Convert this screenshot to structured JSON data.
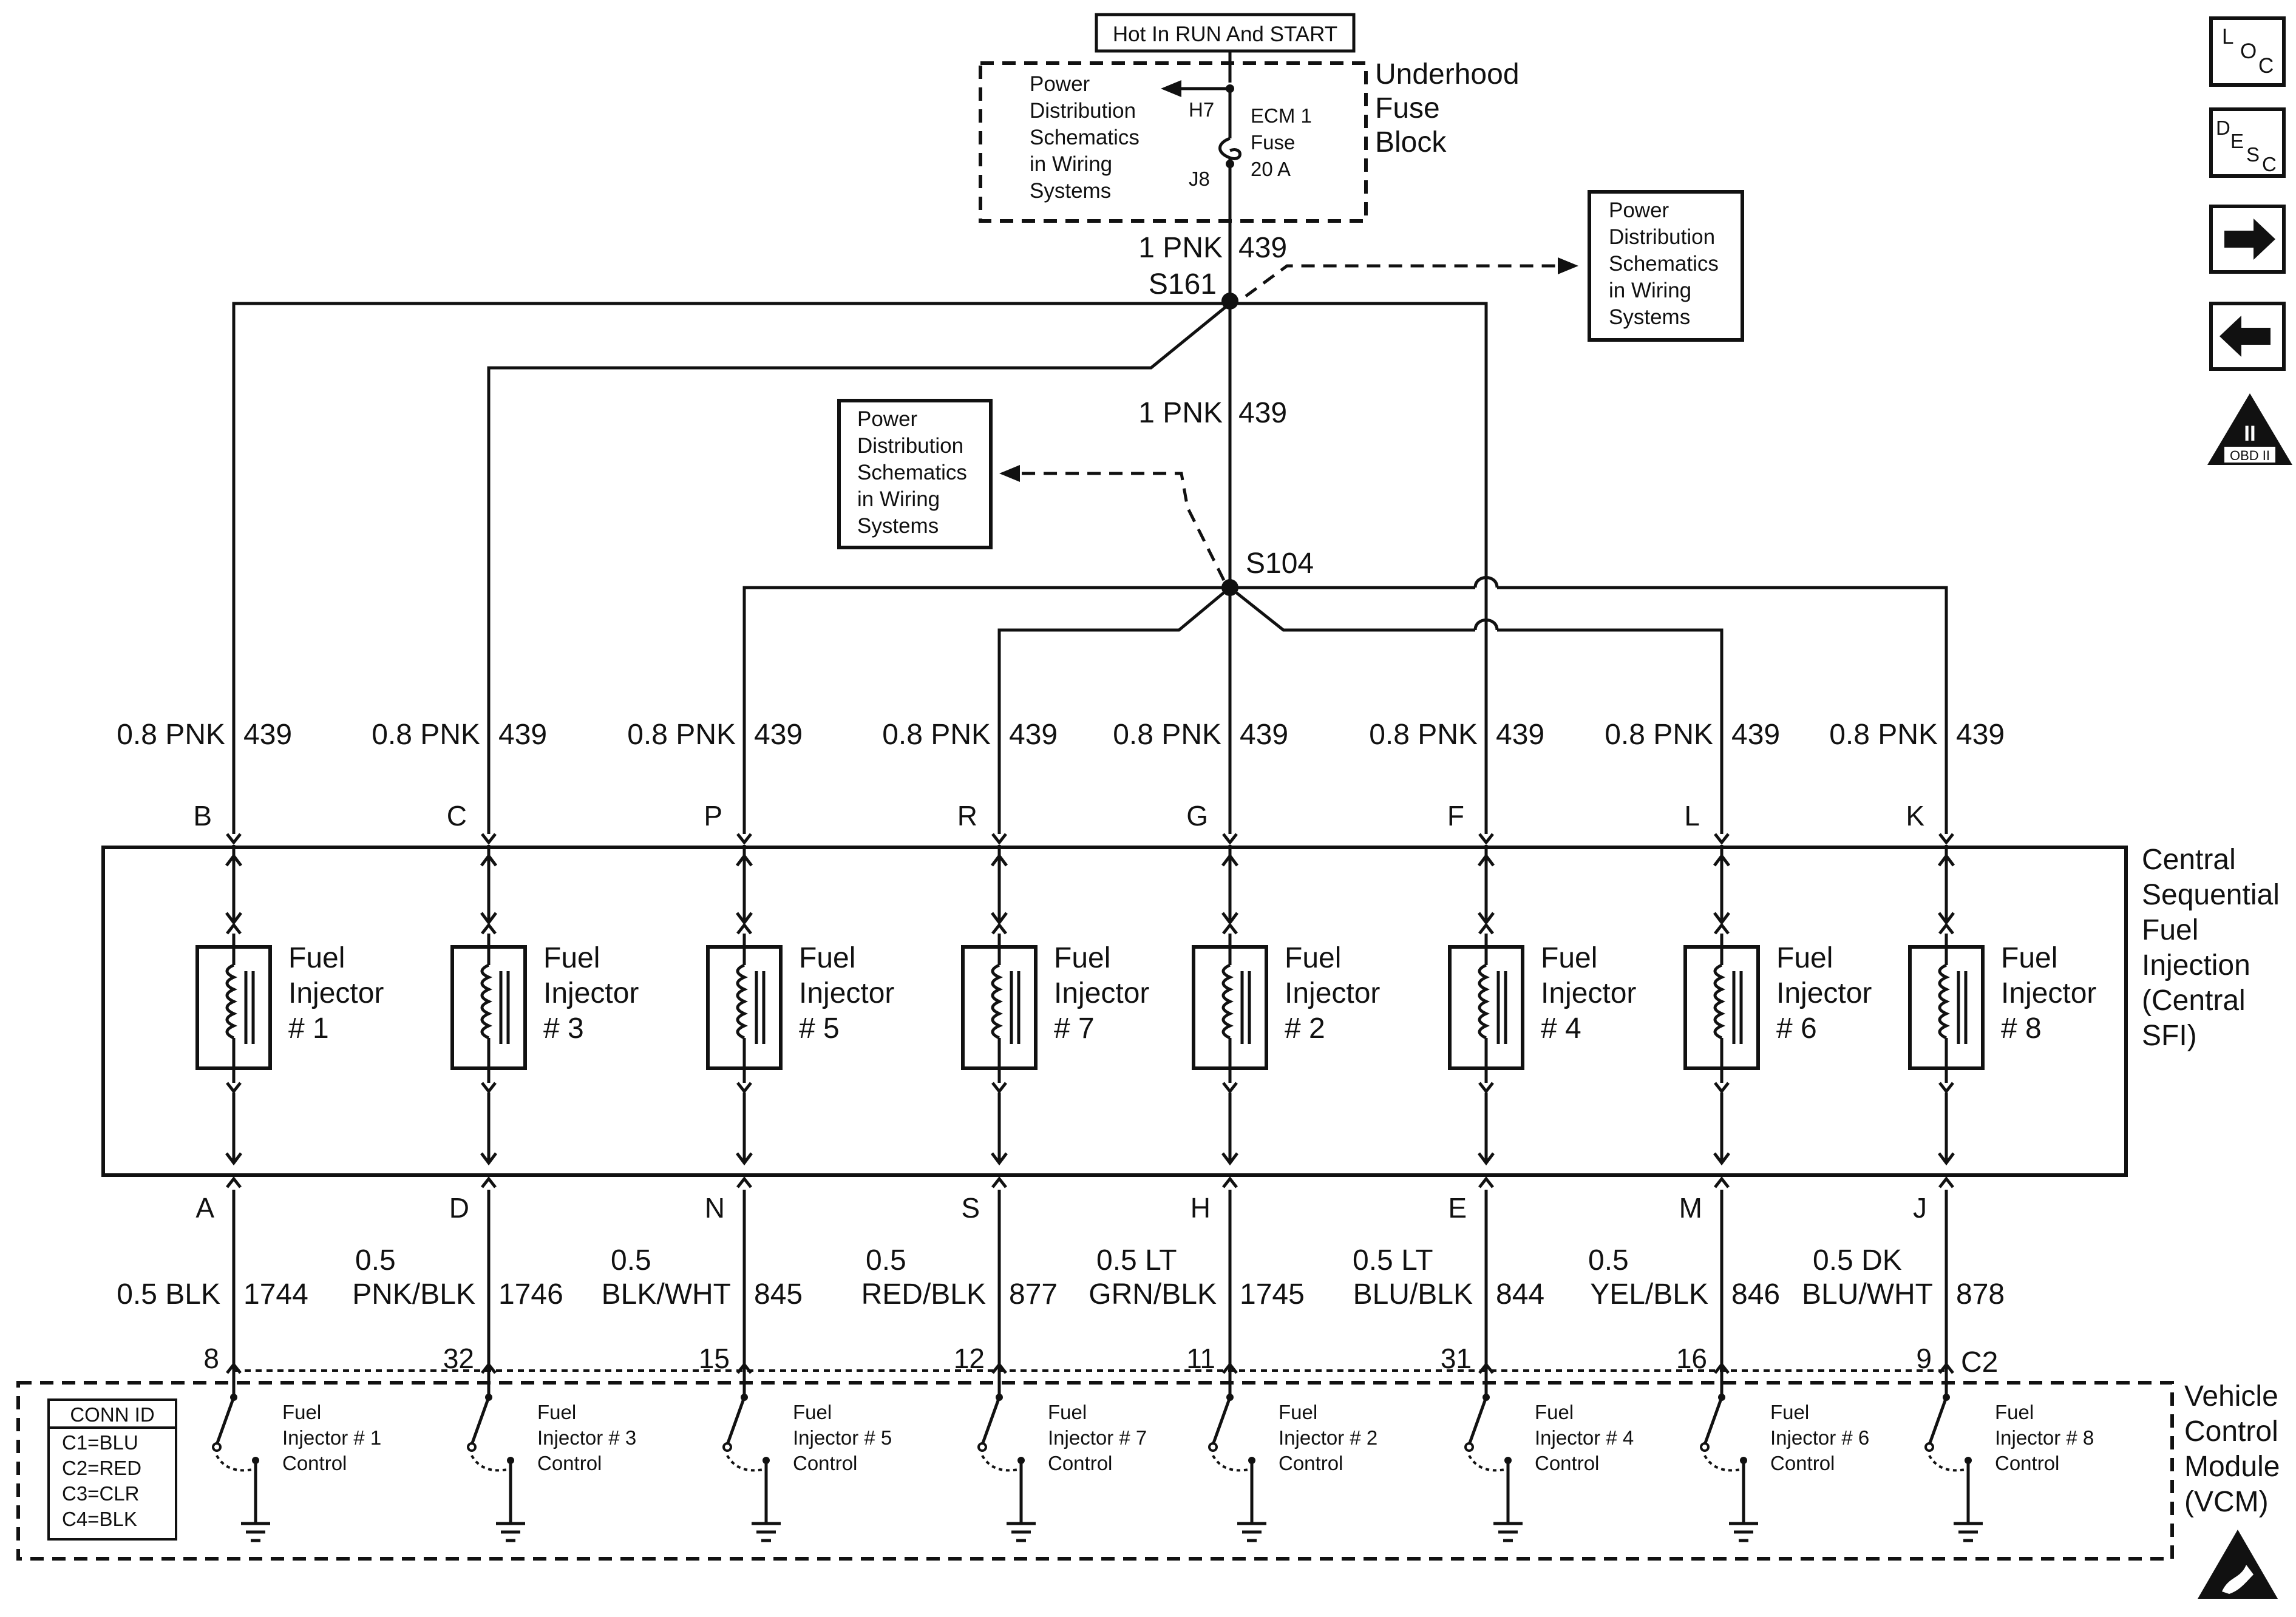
{
  "top": {
    "hot_label": "Hot In RUN And START",
    "fuse_block_name": [
      "Underhood",
      "Fuse",
      "Block"
    ],
    "power_ref": [
      "Power",
      "Distribution",
      "Schematics",
      "in Wiring",
      "Systems"
    ],
    "fuse_pin_top": "H7",
    "fuse_pin_bottom": "J8",
    "fuse_name": [
      "ECM 1",
      "Fuse",
      "20 A"
    ]
  },
  "feed": {
    "wire_upper_size": "1 PNK",
    "wire_upper_circuit": "439",
    "splice_1": "S161",
    "wire_lower_size": "1 PNK",
    "wire_lower_circuit": "439",
    "splice_2": "S104",
    "power_ref_right": [
      "Power",
      "Distribution",
      "Schematics",
      "in Wiring",
      "Systems"
    ],
    "power_ref_left": [
      "Power",
      "Distribution",
      "Schematics",
      "in Wiring",
      "Systems"
    ]
  },
  "module": {
    "name": [
      "Central",
      "Sequential",
      "Fuel",
      "Injection",
      "(Central",
      "SFI)"
    ]
  },
  "injectors": [
    {
      "upper_pin": "B",
      "upper_size": "0.8 PNK",
      "upper_circuit": "439",
      "name": [
        "Fuel",
        "Injector",
        "# 1"
      ],
      "lower_pin": "A",
      "lower_size": [
        "",
        "0.5 BLK"
      ],
      "lower_circuit": "1744",
      "vcm_pin": "8",
      "control": [
        "Fuel",
        "Injector # 1",
        "Control"
      ]
    },
    {
      "upper_pin": "C",
      "upper_size": "0.8 PNK",
      "upper_circuit": "439",
      "name": [
        "Fuel",
        "Injector",
        "# 3"
      ],
      "lower_pin": "D",
      "lower_size": [
        "0.5",
        "PNK/BLK"
      ],
      "lower_circuit": "1746",
      "vcm_pin": "32",
      "control": [
        "Fuel",
        "Injector # 3",
        "Control"
      ]
    },
    {
      "upper_pin": "P",
      "upper_size": "0.8 PNK",
      "upper_circuit": "439",
      "name": [
        "Fuel",
        "Injector",
        "# 5"
      ],
      "lower_pin": "N",
      "lower_size": [
        "0.5",
        "BLK/WHT"
      ],
      "lower_circuit": "845",
      "vcm_pin": "15",
      "control": [
        "Fuel",
        "Injector # 5",
        "Control"
      ]
    },
    {
      "upper_pin": "R",
      "upper_size": "0.8 PNK",
      "upper_circuit": "439",
      "name": [
        "Fuel",
        "Injector",
        "# 7"
      ],
      "lower_pin": "S",
      "lower_size": [
        "0.5",
        "RED/BLK"
      ],
      "lower_circuit": "877",
      "vcm_pin": "12",
      "control": [
        "Fuel",
        "Injector # 7",
        "Control"
      ]
    },
    {
      "upper_pin": "G",
      "upper_size": "0.8 PNK",
      "upper_circuit": "439",
      "name": [
        "Fuel",
        "Injector",
        "# 2"
      ],
      "lower_pin": "H",
      "lower_size": [
        "0.5 LT",
        "GRN/BLK"
      ],
      "lower_circuit": "1745",
      "vcm_pin": "11",
      "control": [
        "Fuel",
        "Injector # 2",
        "Control"
      ]
    },
    {
      "upper_pin": "F",
      "upper_size": "0.8 PNK",
      "upper_circuit": "439",
      "name": [
        "Fuel",
        "Injector",
        "# 4"
      ],
      "lower_pin": "E",
      "lower_size": [
        "0.5 LT",
        "BLU/BLK"
      ],
      "lower_circuit": "844",
      "vcm_pin": "31",
      "control": [
        "Fuel",
        "Injector # 4",
        "Control"
      ]
    },
    {
      "upper_pin": "L",
      "upper_size": "0.8 PNK",
      "upper_circuit": "439",
      "name": [
        "Fuel",
        "Injector",
        "# 6"
      ],
      "lower_pin": "M",
      "lower_size": [
        "0.5",
        "YEL/BLK"
      ],
      "lower_circuit": "846",
      "vcm_pin": "16",
      "control": [
        "Fuel",
        "Injector # 6",
        "Control"
      ]
    },
    {
      "upper_pin": "K",
      "upper_size": "0.8 PNK",
      "upper_circuit": "439",
      "name": [
        "Fuel",
        "Injector",
        "# 8"
      ],
      "lower_pin": "J",
      "lower_size": [
        "0.5 DK",
        "BLU/WHT"
      ],
      "lower_circuit": "878",
      "vcm_pin": "9",
      "control": [
        "Fuel",
        "Injector # 8",
        "Control"
      ]
    }
  ],
  "vcm": {
    "connector": "C2",
    "name": [
      "Vehicle",
      "Control",
      "Module",
      "(VCM)"
    ],
    "conn_table": {
      "title": "CONN ID",
      "rows": [
        "C1=BLU",
        "C2=RED",
        "C3=CLR",
        "C4=BLK"
      ]
    }
  },
  "nav": {
    "loc": [
      "L",
      "O",
      "C"
    ],
    "desc": [
      "D",
      "E",
      "S",
      "C"
    ],
    "next_icon": "right-arrow",
    "prev_icon": "left-arrow",
    "obd_badge": [
      "II",
      "OBD II"
    ],
    "esd_icon": "esd-warning"
  }
}
